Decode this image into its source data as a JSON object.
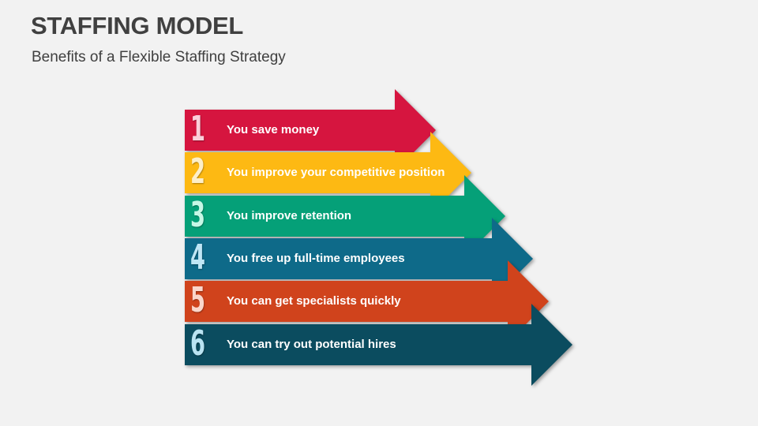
{
  "slide": {
    "title": "STAFFING MODEL",
    "subtitle": "Benefits of a Flexible Staffing Strategy"
  },
  "items": [
    {
      "number": "1",
      "label": "You save money",
      "color": "#D6153F",
      "number_color": "#FBCFDA"
    },
    {
      "number": "2",
      "label": "You improve your competitive position",
      "color": "#FDB913",
      "number_color": "#FDEFC9"
    },
    {
      "number": "3",
      "label": "You improve retention",
      "color": "#05A078",
      "number_color": "#C6F7E6"
    },
    {
      "number": "4",
      "label": "You free up full-time employees",
      "color": "#0E6A89",
      "number_color": "#BFE6F5"
    },
    {
      "number": "5",
      "label": "You can get specialists quickly",
      "color": "#D0431C",
      "number_color": "#FAD6CB"
    },
    {
      "number": "6",
      "label": "You can try out potential hires",
      "color": "#0B4C5F",
      "number_color": "#B9E3F2"
    }
  ]
}
